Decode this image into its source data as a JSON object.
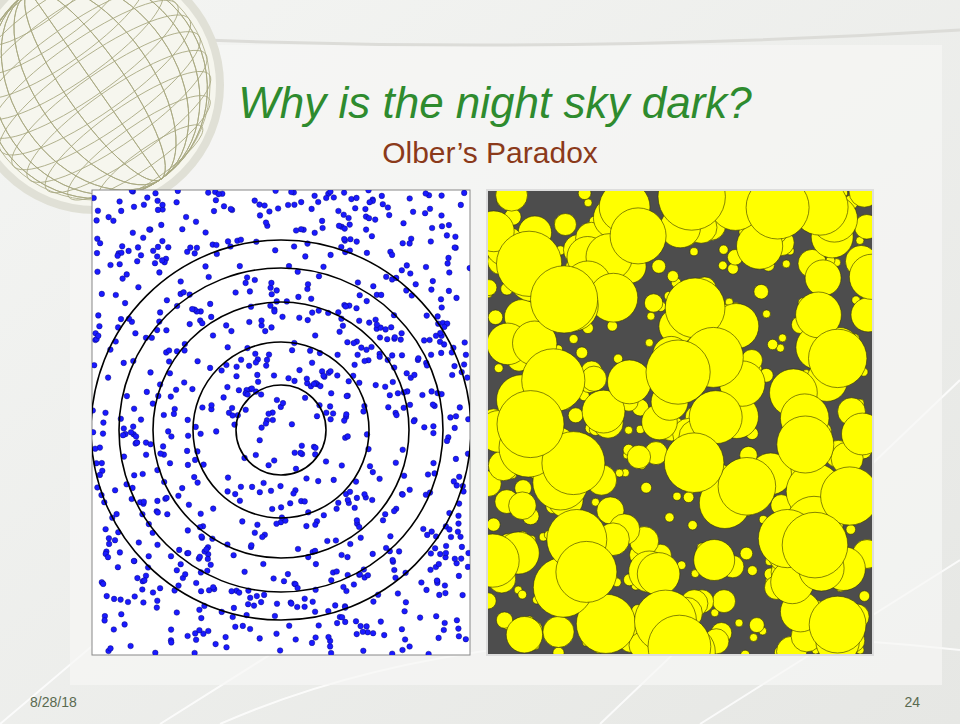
{
  "diagram": {
    "title": "Why is the night sky dark?",
    "labels": [
      "Olber’s Paradox",
      "8/28/18",
      "24"
    ]
  }
}
